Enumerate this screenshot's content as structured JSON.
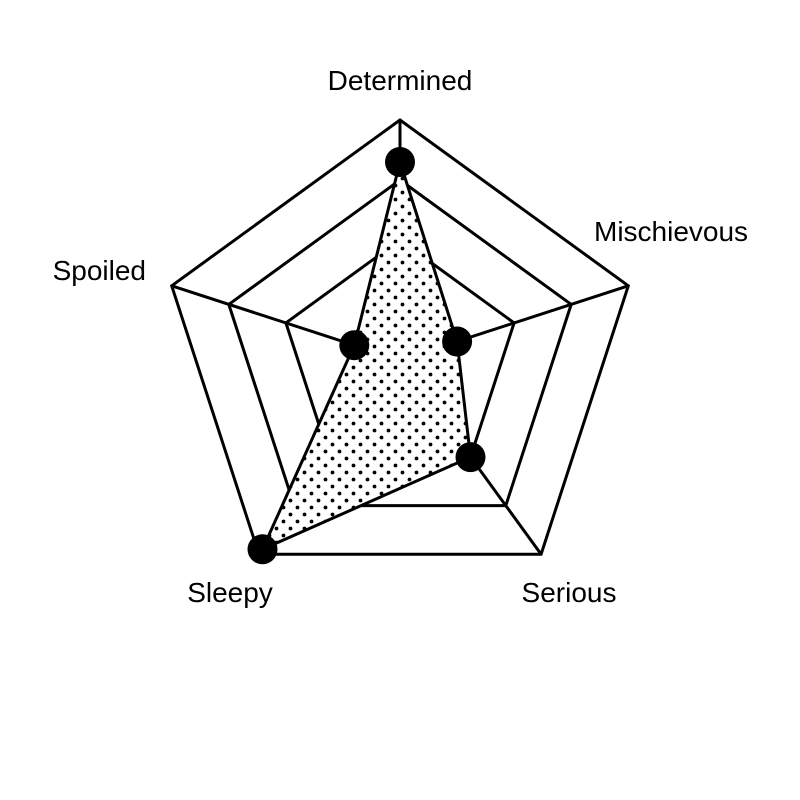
{
  "chart_data": {
    "type": "radar",
    "axes": [
      "Determined",
      "Mischievous",
      "Serious",
      "Sleepy",
      "Spoiled"
    ],
    "levels": [
      1,
      2,
      3,
      4
    ],
    "range": [
      0,
      4
    ],
    "values": [
      3.3,
      1.0,
      2.0,
      3.9,
      0.8
    ],
    "grid": true,
    "legend": "none",
    "fill_pattern": "dots",
    "colors": {
      "stroke": "#000000",
      "fill": "#ffffff",
      "marker": "#000000"
    }
  }
}
